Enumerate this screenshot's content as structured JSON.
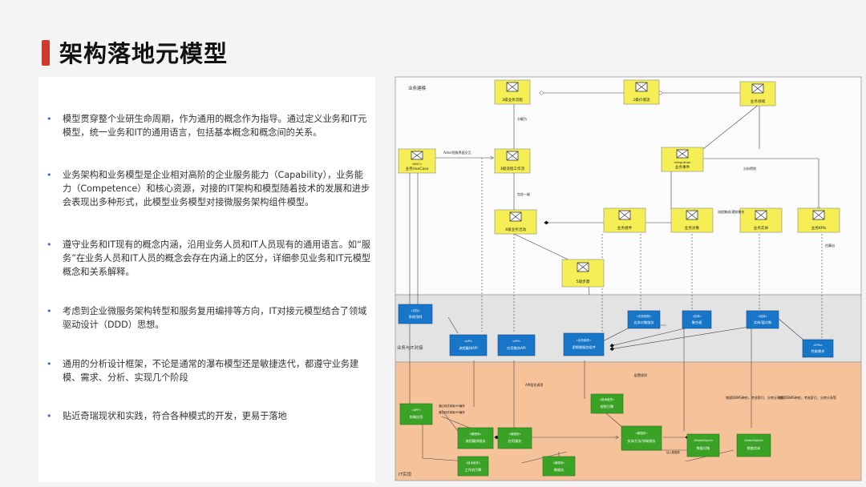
{
  "title": "架构落地元模型",
  "bullets": [
    "模型贯穿整个业研生命周期，作为通用的概念作为指导。通过定义业务和IT元模型，统一业务和IT的通用语言，包括基本概念和概念间的关系。",
    "业务架构和业务模型是企业相对高阶的企业服务能力（Capability），业务能力（Competence）和核心资源，对接的IT架构和模型随着技术的发展和进步会表现出多种形式，此模型业务模型对接微服务架构组件模型。",
    "遵守业务和IT现有的概念内涵，沿用业务人员和IT人员现有的通用语言。如“服务”在业务人员和IT人员的概念会存在内涵上的区分，详细参见业务和IT元模型概念和关系解释。",
    "考虑到企业微服务架构转型和服务复用编排等方向，IT对接元模型结合了领域驱动设计（DDD）思想。",
    "通用的分析设计框架，不论是通常的瀑布模型还是敏捷迭代，都遵守业务建模、需求、分析、实现几个阶段",
    "贴近奇瑞现状和实践，符合各种模式的开发，更易于落地"
  ],
  "diagram": {
    "zones": {
      "business": "业务建模",
      "bridge": "业务与IT对接",
      "it": "IT实现"
    },
    "yellow_nodes": {
      "l3_process": "3级业务流程",
      "l2_value": "2级价值流",
      "biz_domain": "业务领域",
      "usecase_pre": "«BUC»",
      "usecase": "业务UseCase",
      "l3_flow": "3级流程工作流",
      "integration_pre": "Integration",
      "biz_event": "业务事件",
      "l4_activity": "4级业务活动",
      "biz_component": "业务组件",
      "biz_object": "业务对象",
      "biz_entity": "业务实体",
      "biz_kpi": "业务KPIs",
      "l5_step": "5级步骤"
    },
    "blue_nodes": {
      "doc_pre": "«文档»",
      "doc": "系统用例",
      "api1_pre": "«API»",
      "api1": "流程编排API",
      "api2_pre": "«API»",
      "api2": "应用服务API",
      "comp_pre": "«业务组件»",
      "comp": "逻辑微服务组件",
      "bo_pre": "«业务规则»",
      "bo": "业务对象服务",
      "ent_pre": "«实体»",
      "ent": "聚合根",
      "vo_pre": "«实体»",
      "vo": "实体/值对象",
      "kpi_pre": "«KPIs»",
      "kpi": "性能需求"
    },
    "green_nodes": {
      "front_pre": "«APP»",
      "front": "前端应用",
      "proc_pre": "«微服务»",
      "proc": "流程编排服务",
      "app_pre": "«微服务»",
      "app": "应用服务",
      "rule_pre": "«技术组件»",
      "rule": "规则引擎",
      "domain_pre": "«微服务»",
      "domain": "实体方法/领域服务",
      "do1_pre": "«DataObject»",
      "do1": "数据对象",
      "do2_pre": "«DataObject»",
      "do2": "数据实体",
      "wf_pre": "«技术组件»",
      "wf": "工作流引擎",
      "ms_pre": "«微服务»",
      "ms": "微服务"
    },
    "labels": {
      "decompose": "分解为",
      "actor": "Actor视角界面交互",
      "contains": "包含一级",
      "analysis": "分析得到",
      "integrate": "流程集成/通知聚合",
      "measure": "估算出",
      "config": "配置规则",
      "api_call": "API组合调用",
      "map1": "物理DBMS映射，考虑索引、分库分表等",
      "map2": "物理DBMS映射，考虑索引、分库分表等",
      "call_api1": "通过网关调用API编排",
      "call_api2": "通过网关调用API编排",
      "join": "加入数据库"
    }
  }
}
